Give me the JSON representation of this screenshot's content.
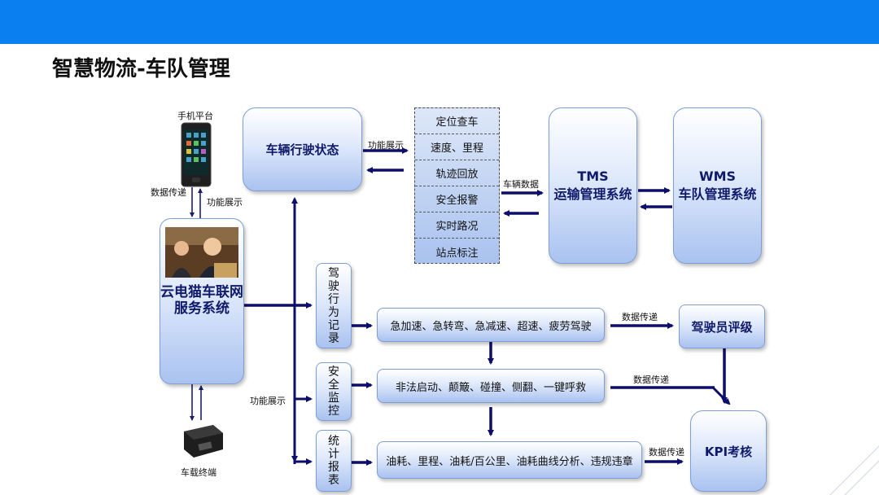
{
  "header": {
    "title": "智慧物流-车队管理"
  },
  "phone": {
    "label": "手机平台"
  },
  "terminal": {
    "label": "车载终端"
  },
  "service": {
    "line1": "云电猫车联网",
    "line2": "服务系统"
  },
  "vehicle_status": {
    "label": "车辆行驶状态"
  },
  "tracking_list": {
    "items": [
      "定位查车",
      "速度、里程",
      "轨迹回放",
      "安全报警",
      "实时路况",
      "站点标注"
    ]
  },
  "tms": {
    "line1": "TMS",
    "line2": "运输管理系统"
  },
  "wms": {
    "line1": "WMS",
    "line2": "车队管理系统"
  },
  "categories": {
    "driving": "驾驶行为记录",
    "safety": "安全监控",
    "stats": "统计报表"
  },
  "details": {
    "driving": "急加速、急转弯、急减速、超速、疲劳驾驶",
    "safety": "非法启动、颠簸、碰撞、侧翻、一键呼救",
    "stats": "油耗、里程、油耗/百公里、油耗曲线分析、违规违章"
  },
  "driver_rating": {
    "label": "驾驶员评级"
  },
  "kpi": {
    "label": "KPI考核"
  },
  "edge_labels": {
    "func_display_top": "功能展示",
    "data_transfer_phone": "数据传递",
    "func_display_phone": "功能展示",
    "vehicle_data": "车辆数据",
    "func_display_left": "功能展示",
    "data_transfer_1": "数据传递",
    "data_transfer_2": "数据传递",
    "data_transfer_3": "数据传递"
  },
  "colors": {
    "topbar": "#0a7ff0",
    "arrow": "#0d0d6b",
    "box_border": "#7f9ed3"
  }
}
